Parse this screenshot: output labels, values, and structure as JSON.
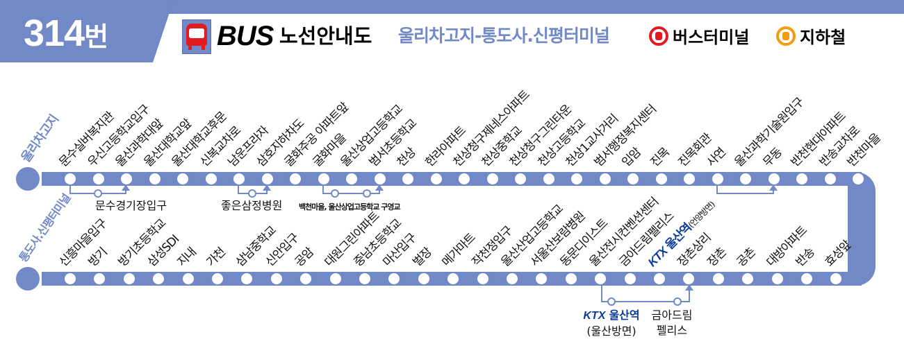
{
  "header": {
    "route_number": "314",
    "route_suffix": "번",
    "bus_word": "BUS",
    "guide_title": "노선안내도",
    "route_name": "울리차고지-통도사.신평터미널",
    "legend": [
      {
        "label": "버스터미널",
        "icon": "bus-terminal-icon",
        "color": "#e21b23"
      },
      {
        "label": "지하철",
        "icon": "subway-icon",
        "color": "#f39c12"
      }
    ]
  },
  "colors": {
    "line": "#7189c6",
    "ktx_blue": "#0b3c9c",
    "ktx_red": "#e21b23"
  },
  "terminals": {
    "start": "울리차고지",
    "end": "통도사.신평터미널"
  },
  "outbound_stops": [
    "문수실버복지관",
    "우신고등학교입구",
    "울산과학대앞",
    "울산대학교앞",
    "울산대학교후문",
    "신복교차로",
    "남운프라자",
    "삼호지하차도",
    "굴화주공 아파트앞",
    "굴화마을",
    "울산상업고등학교",
    "범서초등학교",
    "천상",
    "한라아파트",
    "천상청구제네스아파트",
    "천상중학교",
    "천상청구그린타운",
    "천상고등학교",
    "천상1교사거리",
    "범서행정복지센터",
    "입암",
    "진목",
    "진목회관",
    "사연",
    "울산과학기술원입구",
    "무동",
    "반천현대아파트",
    "반송교차로",
    "반천마을"
  ],
  "inbound_stops": [
    "신흥마을입구",
    "방기",
    "방기초등학교",
    "삼성SDI",
    "지내",
    "가천",
    "삼남중학교",
    "신안입구",
    "공암",
    "대원그린아파트",
    "중남초등학교",
    "마산입구",
    "벌장",
    "메가마트",
    "작천정입구",
    "울산산업고등학교",
    "서울산보람병원",
    "동문디이스트",
    "울산전시컨벤션센터",
    "금아드림펠리스",
    "KTX 울산역(언양방면)",
    "장촌상리",
    "장촌",
    "공촌",
    "대방아파트",
    "반송",
    "효성앞"
  ],
  "ktx_stop": {
    "logo": "KTX",
    "name": "울산역",
    "direction": "(언양방면)"
  },
  "detours": {
    "d1": "문수경기장입구",
    "d2": "좋은삼정병원",
    "d3": "백천마을, 울산상업고등학교 구영교",
    "d5_ktx_logo": "KTX",
    "d5_ktx_name": "울산역",
    "d5_ktx_dir": "(울산방면)",
    "d5_b_line1": "금아드림",
    "d5_b_line2": "펠리스"
  }
}
